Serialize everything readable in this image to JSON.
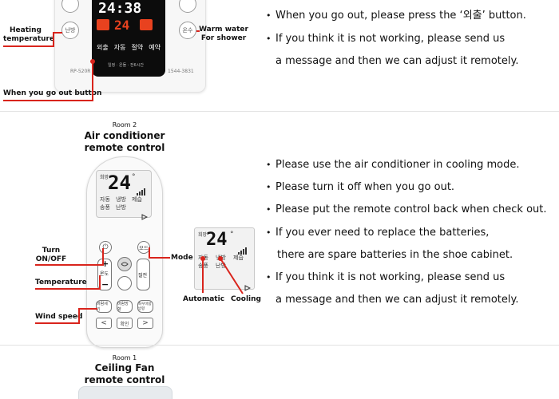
{
  "thermostat": {
    "time_display": "24:38",
    "temp_display": "24",
    "buttons": [
      "외출",
      "자동",
      "절약",
      "예약"
    ],
    "side_left_label": "난방",
    "side_right_label": "온수",
    "model_label": "RP-520R",
    "sub_label": "일정 · 온돌 · 전6시간",
    "phone_label": "1544-3831",
    "callouts": {
      "heating": "Heating\ntemperature",
      "warm_water": "Warm water\nFor shower",
      "go_out": "When you go out button"
    }
  },
  "section1_bullets": {
    "b1": "When you go out, please press the ‘외출’ button.",
    "b2": "If you think it is not working, please send us",
    "b2_cont": "a message and then we can adjust it remotely."
  },
  "room2": {
    "room_label": "Room 2",
    "title_line1": "Air conditioner",
    "title_line2": "remote control",
    "remote": {
      "top_label": "희망",
      "temp": "24",
      "degree": "°",
      "modes_row1": [
        "자동",
        "냉방",
        "제습"
      ],
      "modes_row2": [
        "송풍",
        "난방"
      ],
      "mode_btn": "모드",
      "temp_btn": "온도",
      "plus": "+",
      "minus": "−",
      "power_symbol": "⏻",
      "right_btn": "절전",
      "wind_btns": [
        "바람세기",
        "바람방향",
        "좌우바람방향"
      ],
      "bottom_btns": [
        "<",
        "확인",
        ">"
      ]
    },
    "mini_display": {
      "top_label": "희망",
      "temp": "24",
      "modes_row1": [
        "자동",
        "냉방",
        "제습"
      ],
      "modes_row2": [
        "송풍",
        "난방"
      ]
    },
    "callouts": {
      "turn": "Turn\nON/OFF",
      "temperature": "Temperature",
      "wind": "Wind speed",
      "mode": "Mode",
      "automatic": "Automatic",
      "cooling": "Cooling"
    },
    "bullets": {
      "b1": "Please use the air conditioner in cooling mode.",
      "b2": "Please turn it off when you go out.",
      "b3": "Please put the remote control back when check out.",
      "b4": "If you ever need to replace the batteries,",
      "b4_cont": "there are spare batteries in the shoe cabinet.",
      "b5": "If you think it is not working, please send us",
      "b5_cont": "a message and then we can adjust it remotely."
    }
  },
  "room1": {
    "room_label": "Room 1",
    "title_line1": "Ceiling Fan",
    "title_line2": "remote control"
  },
  "colors": {
    "accent_red": "#d9241c",
    "lcd_red": "#e8421f",
    "lcd_white": "#ffffff"
  },
  "bullet_symbol": "•"
}
